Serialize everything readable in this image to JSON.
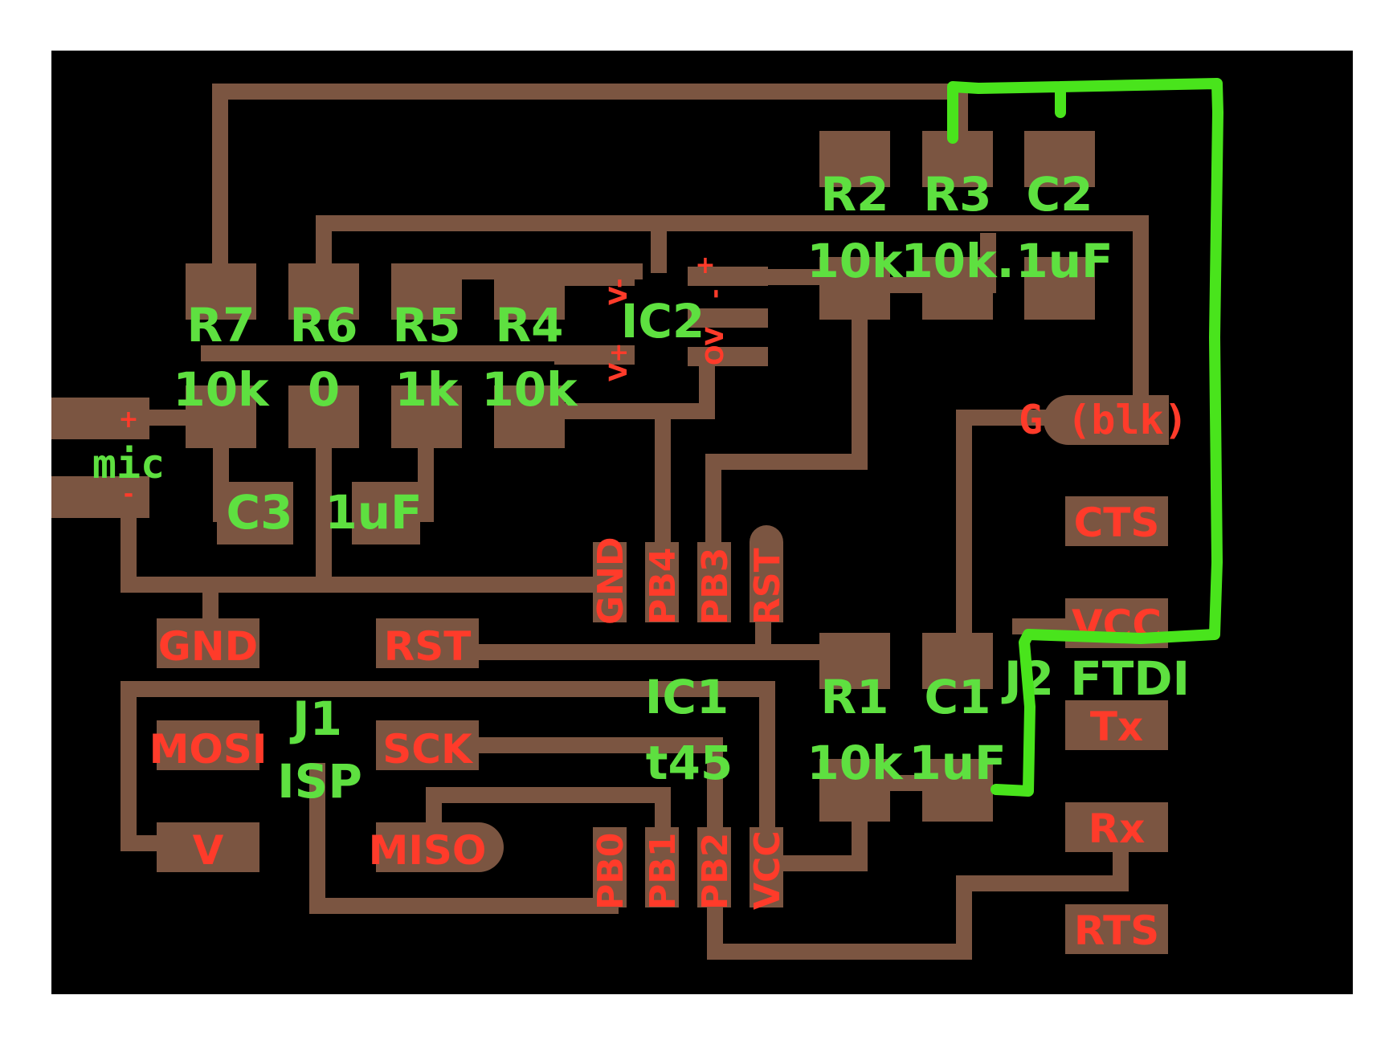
{
  "colors": {
    "background": "#ffffff",
    "board": "#000000",
    "copper": "#7b5541",
    "component_label": "#5ee040",
    "pin_label": "#ff3b2a",
    "hand_annotation": "#49e41c"
  },
  "components": {
    "r7": {
      "ref": "R7",
      "value": "10k"
    },
    "r6": {
      "ref": "R6",
      "value": "0"
    },
    "r5": {
      "ref": "R5",
      "value": "1k"
    },
    "r4": {
      "ref": "R4",
      "value": "10k"
    },
    "r2": {
      "ref": "R2",
      "value": "10k"
    },
    "r3": {
      "ref": "R3",
      "value": "10k."
    },
    "c2": {
      "ref": "C2",
      "value": "1uF"
    },
    "ic2": {
      "ref": "IC2"
    },
    "c3": {
      "ref": "C3",
      "value": "1uF"
    },
    "r1": {
      "ref": "R1",
      "value": "10k"
    },
    "c1": {
      "ref": "C1",
      "value": "1uF"
    },
    "ic1": {
      "ref": "IC1",
      "value": "t45"
    },
    "j1": {
      "ref": "J1",
      "value": "ISP"
    },
    "j2": {
      "ref": "J2 FTDI"
    },
    "mic": {
      "ref": "mic"
    }
  },
  "pin_labels": {
    "ic2_v_minus": "V-",
    "ic2_v_plus": "V+",
    "ic2_ov_minus": "-",
    "ic2_ov": "OV",
    "ic2_plus": "+",
    "mic_plus": "+",
    "mic_minus": "-",
    "gnd_pad": "GND",
    "rst_pad": "RST",
    "mosi_pad": "MOSI",
    "sck_pad": "SCK",
    "miso_pad": "MISO",
    "v_pad": "V",
    "ic1_gnd": "GND",
    "ic1_pb4": "PB4",
    "ic1_pb3": "PB3",
    "ic1_rst": "RST",
    "ic1_pb0": "PB0",
    "ic1_pb1": "PB1",
    "ic1_pb2": "PB2",
    "ic1_vcc": "VCC",
    "ftdi_g": "G (blk)",
    "ftdi_cts": "CTS",
    "ftdi_vcc": "VCC",
    "ftdi_tx": "Tx",
    "ftdi_rx": "Rx",
    "ftdi_rts": "RTS"
  }
}
